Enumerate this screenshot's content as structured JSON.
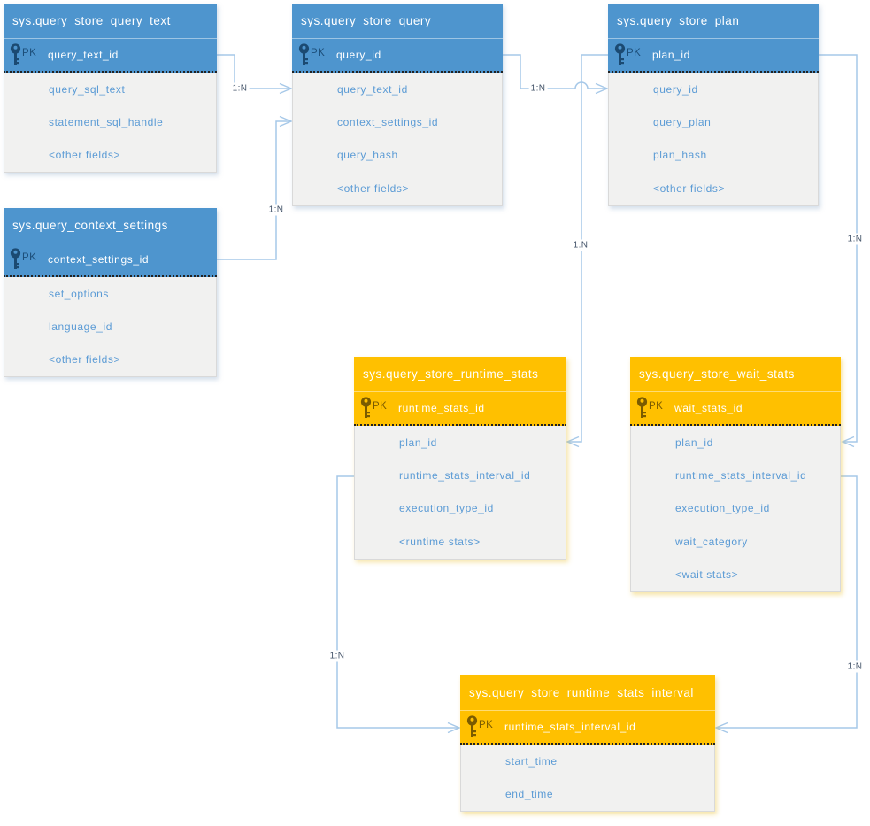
{
  "pk_label": "PK",
  "colors": {
    "blue_header": "#4E95CE",
    "orange_header": "#FFC000",
    "field_text": "#5B9BD5",
    "connector_line": "#A6C8E8",
    "relation_label_text": "#44546A",
    "blue_pk_text": "#1C4E79",
    "orange_pk_text": "#7A5B00",
    "body_background": "#F1F1F0"
  },
  "tables": [
    {
      "title": "sys.query_store_query_text",
      "theme": "blue",
      "pk": "query_text_id",
      "fields": [
        "query_sql_text",
        "statement_sql_handle",
        "<other fields>"
      ]
    },
    {
      "title": "sys.query_store_query",
      "theme": "blue",
      "pk": "query_id",
      "fields": [
        "query_text_id",
        "context_settings_id",
        "query_hash",
        "<other fields>"
      ]
    },
    {
      "title": "sys.query_store_plan",
      "theme": "blue",
      "pk": "plan_id",
      "fields": [
        "query_id",
        "query_plan",
        "plan_hash",
        "<other fields>"
      ]
    },
    {
      "title": "sys.query_context_settings",
      "theme": "blue",
      "pk": "context_settings_id",
      "fields": [
        "set_options",
        "language_id",
        "<other fields>"
      ]
    },
    {
      "title": "sys.query_store_runtime_stats",
      "theme": "orange",
      "pk": "runtime_stats_id",
      "fields": [
        "plan_id",
        "runtime_stats_interval_id",
        "execution_type_id",
        "<runtime stats>"
      ]
    },
    {
      "title": "sys.query_store_wait_stats",
      "theme": "orange",
      "pk": "wait_stats_id",
      "fields": [
        "plan_id",
        "runtime_stats_interval_id",
        "execution_type_id",
        "wait_category",
        "<wait stats>"
      ]
    },
    {
      "title": "sys.query_store_runtime_stats_interval",
      "theme": "orange",
      "pk": "runtime_stats_interval_id",
      "fields": [
        "start_time",
        "end_time"
      ]
    }
  ],
  "connectors": [
    {
      "from": "sys.query_store_query_text.query_text_id",
      "to": "sys.query_store_query.query_text_id",
      "label": "1:N"
    },
    {
      "from": "sys.query_context_settings.context_settings_id",
      "to": "sys.query_store_query.context_settings_id",
      "label": "1:N"
    },
    {
      "from": "sys.query_store_query.query_id",
      "to": "sys.query_store_plan.query_id",
      "label": "1:N"
    },
    {
      "from": "sys.query_store_plan.plan_id",
      "to": "sys.query_store_runtime_stats.plan_id",
      "label": "1:N"
    },
    {
      "from": "sys.query_store_plan.plan_id",
      "to": "sys.query_store_wait_stats.plan_id",
      "label": "1:N"
    },
    {
      "from": "sys.query_store_runtime_stats.runtime_stats_interval_id",
      "to": "sys.query_store_runtime_stats_interval.runtime_stats_interval_id",
      "label": "1:N"
    },
    {
      "from": "sys.query_store_wait_stats.runtime_stats_interval_id",
      "to": "sys.query_store_runtime_stats_interval.runtime_stats_interval_id",
      "label": "1:N"
    }
  ]
}
